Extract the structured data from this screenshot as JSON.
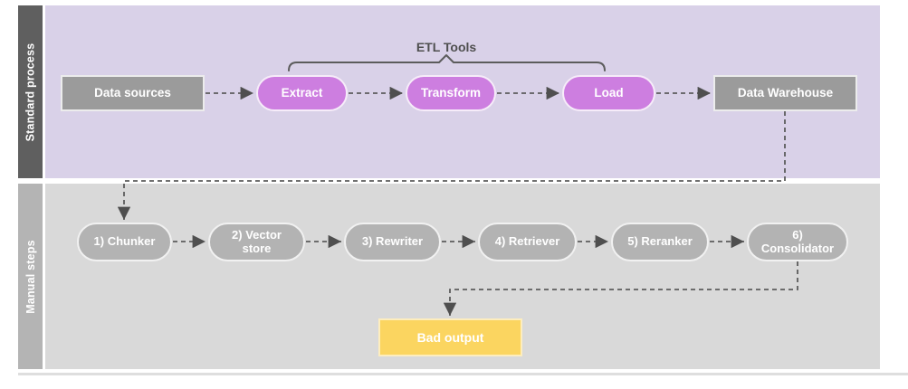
{
  "lanes": {
    "standard": {
      "label": "Standard process"
    },
    "manual": {
      "label": "Manual steps"
    }
  },
  "bracket_label": "ETL Tools",
  "nodes": {
    "data_sources": {
      "label": "Data sources"
    },
    "extract": {
      "label": "Extract"
    },
    "transform": {
      "label": "Transform"
    },
    "load": {
      "label": "Load"
    },
    "data_warehouse": {
      "label": "Data Warehouse"
    },
    "chunker": {
      "label": "1) Chunker"
    },
    "vector_store": {
      "label": "2) Vector store"
    },
    "rewriter": {
      "label": "3) Rewriter"
    },
    "retriever": {
      "label": "4) Retriever"
    },
    "reranker": {
      "label": "5) Reranker"
    },
    "consolidator": {
      "label": "6) Consolidator"
    },
    "bad_output": {
      "label": "Bad output"
    }
  },
  "colors": {
    "standard_lane_bg": "#D9D1E8",
    "standard_lane_bar": "#5F5F5F",
    "manual_lane_bg": "#D9D9D9",
    "manual_lane_bar": "#B4B4B4",
    "etl_pill": "#CD7EE0",
    "gray_box": "#9B9B9B",
    "manual_pill": "#B3B3B3",
    "bad_output_box": "#FBD560",
    "connector": "#5C5C5C",
    "node_text": "#FFFFFF"
  }
}
